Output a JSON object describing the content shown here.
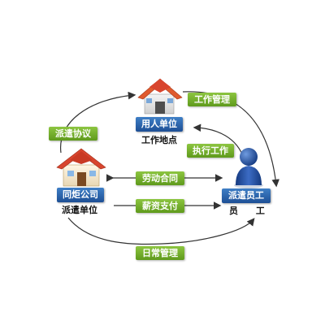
{
  "nodes": {
    "labor_company": {
      "label": "同炬公司",
      "caption": "派遣单位"
    },
    "employer": {
      "label": "用人单位",
      "caption": "工作地点"
    },
    "employee": {
      "label": "派遣员工",
      "caption_1": "员",
      "caption_2": "工"
    }
  },
  "relations": {
    "dispatch_agreement": "派遣协议",
    "work_management": "工作管理",
    "execute_work": "执行工作",
    "labor_contract": "劳动合同",
    "salary_payment": "薪资支付",
    "daily_management": "日常管理"
  },
  "colors": {
    "node_blue": "#2a5fa8",
    "tag_green": "#6fae2a",
    "roof_red": "#d8452e",
    "person_blue": "#1f4fa0",
    "arrow": "#333333"
  }
}
